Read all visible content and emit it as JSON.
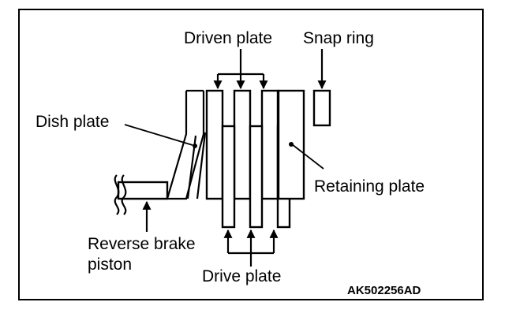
{
  "labels": {
    "driven_plate": "Driven plate",
    "snap_ring": "Snap ring",
    "dish_plate": "Dish plate",
    "retaining_plate": "Retaining plate",
    "reverse_brake_piston_line1": "Reverse brake",
    "reverse_brake_piston_line2": "piston",
    "drive_plate": "Drive plate"
  },
  "figure_code": "AK502256AD",
  "colors": {
    "line": "#000000",
    "background": "#ffffff"
  }
}
